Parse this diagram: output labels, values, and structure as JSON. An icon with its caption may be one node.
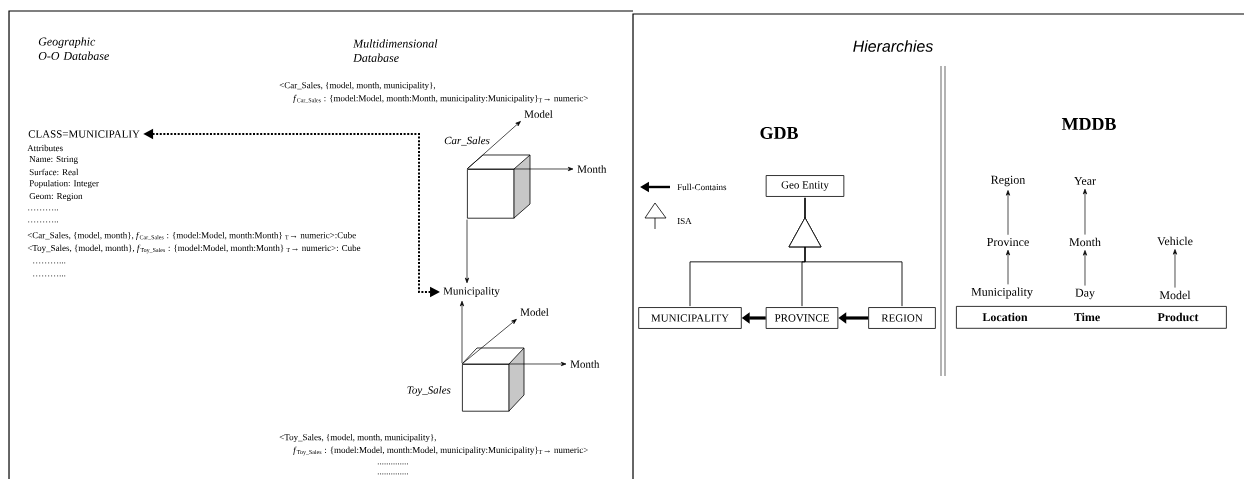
{
  "diagram": {
    "nodes": [
      {
        "text": [
          "CLASS=MUNICIPALIY"
        ]
      },
      {
        "text": [],
        "shape": "cube",
        "beside": [
          "Car_Sales"
        ]
      },
      {
        "text": [
          "Model"
        ]
      },
      {
        "text": [
          "Month"
        ]
      },
      {
        "text": [
          "Municipality"
        ]
      },
      {
        "text": [],
        "shape": "cube",
        "beside": [
          "Toy_Sales"
        ]
      },
      {
        "text": [
          "Model"
        ]
      },
      {
        "text": [
          "Month"
        ]
      },
      {
        "text": [
          "Geo Entity"
        ]
      },
      {
        "text": [
          "MUNICIPALITY"
        ]
      },
      {
        "text": [
          "PROVINCE"
        ]
      },
      {
        "text": [
          "REGION"
        ]
      },
      {
        "text": [
          "Region"
        ]
      },
      {
        "text": [
          "Year"
        ]
      },
      {
        "text": [
          "Province"
        ]
      },
      {
        "text": [
          "Month"
        ]
      },
      {
        "text": [
          "Vehicle"
        ]
      },
      {
        "text": [
          "Municipality"
        ]
      },
      {
        "text": [
          "Day"
        ]
      },
      {
        "text": [
          "Model"
        ]
      },
      {
        "text": [
          "Location",
          "Time",
          "Product"
        ]
      }
    ],
    "edges": [
      {
        "from": 4,
        "to": 0,
        "arrow": "both",
        "style": "dashed"
      },
      {
        "from": 1,
        "to": 2,
        "arrow": "to"
      },
      {
        "from": 1,
        "to": 3,
        "arrow": "to"
      },
      {
        "from": 1,
        "to": 4,
        "arrow": "to"
      },
      {
        "from": 5,
        "to": 4,
        "arrow": "to"
      },
      {
        "from": 5,
        "to": 6,
        "arrow": "to"
      },
      {
        "from": 5,
        "to": 7,
        "arrow": "to"
      },
      {
        "from": 9,
        "to": 8,
        "arrow": "to"
      },
      {
        "from": 10,
        "to": 8,
        "arrow": "to"
      },
      {
        "from": 11,
        "to": 8,
        "arrow": "to"
      },
      {
        "from": 10,
        "to": 9,
        "arrow": "to",
        "style": "thick"
      },
      {
        "from": 11,
        "to": 10,
        "arrow": "to",
        "style": "thick"
      },
      {
        "from": 17,
        "to": 14,
        "arrow": "to"
      },
      {
        "from": 14,
        "to": 12,
        "arrow": "to"
      },
      {
        "from": 18,
        "to": 15,
        "arrow": "to"
      },
      {
        "from": 15,
        "to": 13,
        "arrow": "to"
      },
      {
        "from": 19,
        "to": 16,
        "arrow": "to"
      }
    ],
    "labels": [
      "Geographic O-O Database",
      "Multidimensional Database",
      "<Car_Sales, {model, month, municipality},",
      "*f*$_{Car_Sales}$ : {model:Model, month:Month, municipality:Municipality}$_{T}$→ numeric>",
      "Attributes",
      "Name: String",
      "Surface: Real",
      "Population: Integer",
      "Geom: Region",
      "………..",
      "………..",
      "<Car_Sales, {model, month}, *f*$_{Car_Sales}$ : {model:Model, month:Month} $_{T}$→ numeric>:Cube",
      "<Toy_Sales, {model, month}, *f*$_{Toy_Sales}$ : {model:Model, month:Month} $_{T}$→ numeric>: Cube",
      "………...",
      "………...",
      "<Toy_Sales, {model, month, municipality},",
      "*f*$_{Toy_Sales}$ : {model:Model, month:Model, municipality:Municipality}$_{T}$→ numeric>",
      "..............",
      "..............",
      "Hierarchies",
      "GDB",
      "MDDB"
    ],
    "legend": [
      {
        "text": "Full-Contains"
      },
      {
        "text": "ISA"
      }
    ]
  }
}
